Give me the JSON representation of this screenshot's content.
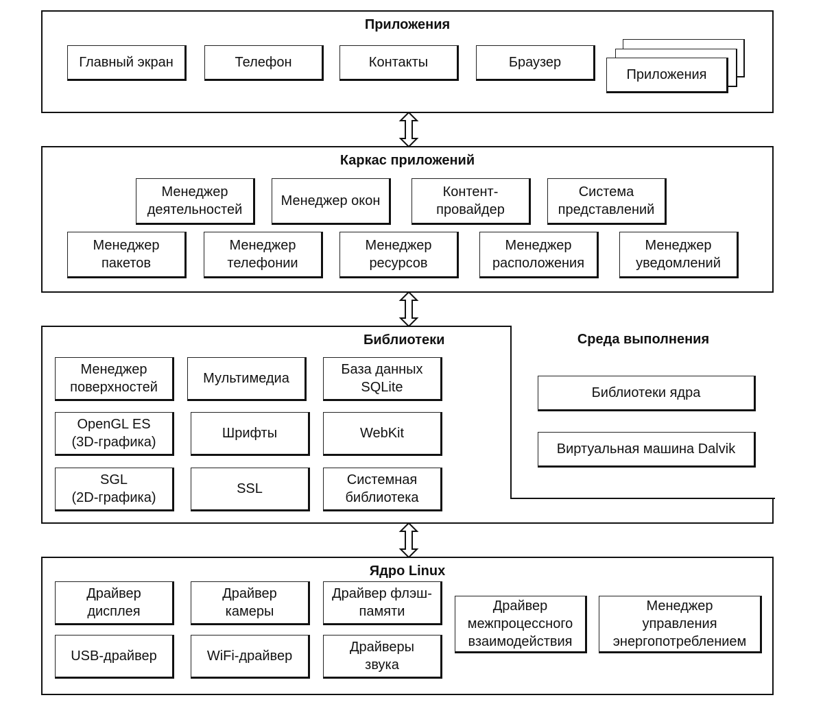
{
  "applications": {
    "title": "Приложения",
    "items": [
      "Главный экран",
      "Телефон",
      "Контакты",
      "Браузер"
    ],
    "stack_label": "Приложения"
  },
  "framework": {
    "title": "Каркас приложений",
    "row1": [
      "Менеджер\nдеятельностей",
      "Менеджер окон",
      "Контент-\nпровайдер",
      "Система\nпредставлений"
    ],
    "row2": [
      "Менеджер\nпакетов",
      "Менеджер\nтелефонии",
      "Менеджер\nресурсов",
      "Менеджер\nрасположения",
      "Менеджер\nуведомлений"
    ]
  },
  "libraries": {
    "title": "Библиотеки",
    "items": [
      "Менеджер\nповерхностей",
      "Мультимедиа",
      "База данных\nSQLite",
      "OpenGL ES\n(3D-графика)",
      "Шрифты",
      "WebKit",
      "SGL\n(2D-графика)",
      "SSL",
      "Системная\nбиблиотека"
    ]
  },
  "runtime": {
    "title": "Среда выполнения",
    "items": [
      "Библиотеки ядра",
      "Виртуальная машина Dalvik"
    ]
  },
  "kernel": {
    "title": "Ядро Linux",
    "items": [
      "Драйвер\nдисплея",
      "Драйвер\nкамеры",
      "Драйвер флэш-\nпамяти",
      "USB-драйвер",
      "WiFi-драйвер",
      "Драйверы\nзвука",
      "Драйвер\nмежпроцессного\nвзаимодействия",
      "Менеджер\nуправления\nэнергопотреблением"
    ]
  }
}
